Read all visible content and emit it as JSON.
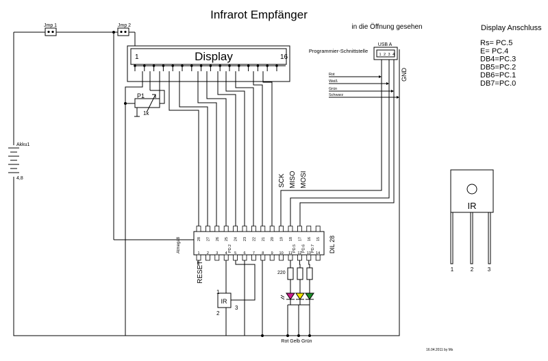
{
  "title": "Infrarot Empfänger",
  "notes": {
    "viewing_direction": "in die Öffnung gesehen"
  },
  "display_connection": {
    "heading": "Display Anschluss",
    "mapping": [
      "Rs=  PC.5",
      "E=    PC.4",
      "DB4=PC.3",
      "DB5=PC.2",
      "DB6=PC.1",
      "DB7=PC.0"
    ]
  },
  "display_module": {
    "name": "Display",
    "pin_first": "1",
    "pin_last": "16"
  },
  "components": {
    "jumper1": "Jmp 1",
    "jumper2": "Jmp 2",
    "battery": "Akku1",
    "battery_voltage": "4,8",
    "potentiometer": "P1",
    "potentiometer_value": "1k"
  },
  "microcontroller": {
    "name": "Atmega8",
    "package": "DIL 28",
    "reset": "RESET",
    "top_pins": [
      "28",
      "27",
      "26",
      "25",
      "24",
      "23",
      "22",
      "21",
      "20",
      "19",
      "18",
      "17",
      "16",
      "15"
    ],
    "bottom_pins": [
      "1",
      "2",
      "3",
      "4",
      "5",
      "6",
      "7",
      "8",
      "9",
      "10",
      "11",
      "12",
      "13",
      "14"
    ],
    "pin_names": [
      {
        "pin": "4",
        "label": "PD.2"
      },
      {
        "pin": "11",
        "label": "PD.5"
      },
      {
        "pin": "12",
        "label": "PD.6"
      },
      {
        "pin": "13",
        "label": "PD.7"
      }
    ]
  },
  "isp": {
    "sck": "SCK",
    "miso": "MISO",
    "mosi": "MOSI"
  },
  "usb": {
    "label": "USB A",
    "interface_label": "Programmier-Schnittstelle",
    "pins": [
      "1",
      "2",
      "3",
      "4"
    ],
    "gnd": "GND",
    "cables": [
      "Rot",
      "Weiß",
      "Grün",
      "Schwarz"
    ]
  },
  "ir_receiver": {
    "label": "IR",
    "pin1": "1",
    "pin2": "2",
    "pin3": "3"
  },
  "leds": {
    "resistor_value": "220",
    "labels": "Rot  Gelb Grün",
    "colors": [
      "#cc1f8a",
      "#f2e600",
      "#1d8f2a"
    ]
  },
  "ir_sensor": {
    "label": "IR",
    "pin1": "1",
    "pin2": "2",
    "pin3": "3"
  },
  "footer": "16.04.2011 by Ms"
}
